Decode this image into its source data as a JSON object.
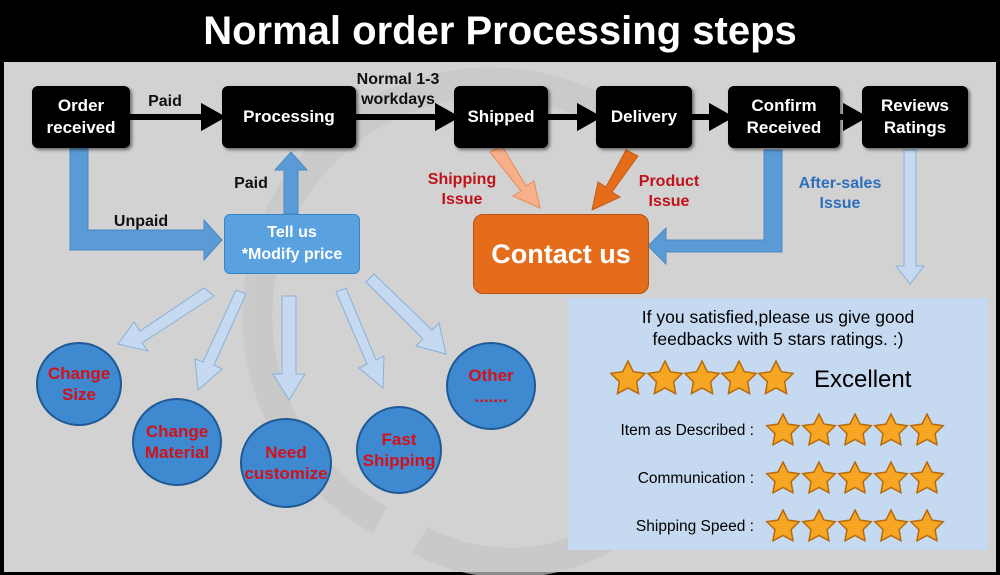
{
  "title": "Normal order Processing steps",
  "nodes": {
    "order_received": "Order\nreceived",
    "processing": "Processing",
    "shipped": "Shipped",
    "delivery": "Delivery",
    "confirm_received": "Confirm\nReceived",
    "reviews_ratings": "Reviews\nRatings",
    "tell_us": "Tell us\n*Modify price",
    "contact_us": "Contact us"
  },
  "edge_labels": {
    "paid_top": "Paid",
    "normal": "Normal 1-3\nworkdays",
    "paid_up": "Paid",
    "unpaid": "Unpaid",
    "shipping_issue": "Shipping\nIssue",
    "product_issue": "Product\nIssue",
    "after_sales": "After-sales\nIssue"
  },
  "options": {
    "change_size": "Change\nSize",
    "change_material": "Change\nMaterial",
    "need_customize": "Need\ncustomize",
    "fast_shipping": "Fast\nShipping",
    "other": "Other\n......."
  },
  "feedback": {
    "message": "If you satisfied,please us give good\nfeedbacks with 5 stars ratings.  :)",
    "excellent": "Excellent",
    "ratings": [
      {
        "label": "Item as Described :",
        "stars": 5
      },
      {
        "label": "Communication :",
        "stars": 5
      },
      {
        "label": "Shipping Speed :",
        "stars": 5
      }
    ],
    "overall_stars": 5
  },
  "colors": {
    "node_bg": "#000000",
    "contact_bg": "#e46c1b",
    "blue_arrow": "#5b9bd5",
    "light_arrow": "#c5d9f1",
    "red_text": "#c0121a",
    "blue_text": "#2c6fbf",
    "star_fill": "#f6a623"
  }
}
